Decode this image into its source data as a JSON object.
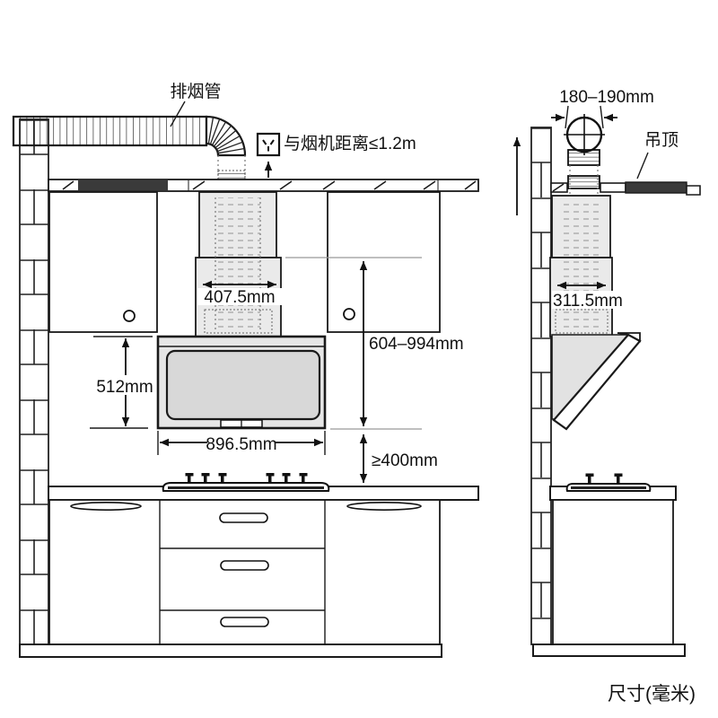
{
  "diagram": {
    "title_context": "range-hood-installation-diagram",
    "labels": {
      "exhaust_pipe": "排烟管",
      "socket_distance": "与烟机距离≤1.2m",
      "ceiling": "吊顶",
      "unit_note": "尺寸(毫米)"
    },
    "dimensions": {
      "duct_diameter": "180–190mm",
      "chimney_width_front": "407.5mm",
      "chimney_depth_side": "311.5mm",
      "install_height_range": "604–994mm",
      "hood_height": "512mm",
      "hood_width": "896.5mm",
      "min_clearance": "≥400mm"
    },
    "colors": {
      "line": "#1a1a1a",
      "chimney_fill": "#eaeaea",
      "hood_body_fill": "#e6e6e6",
      "hood_panel_fill": "#d8d8d8",
      "dark_ceiling": "#3a3a3a"
    }
  }
}
